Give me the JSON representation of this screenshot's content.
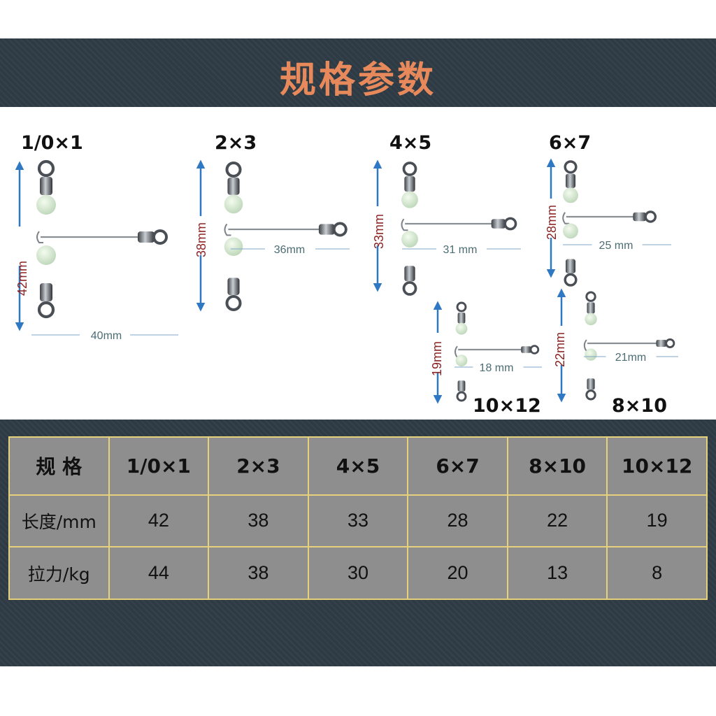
{
  "title": "规格参数",
  "diagram": {
    "items": [
      {
        "size": "1/0×1",
        "length": "42mm",
        "width": "40mm"
      },
      {
        "size": "2×3",
        "length": "38mm",
        "width": "36mm"
      },
      {
        "size": "4×5",
        "length": "33mm",
        "width": "31 mm"
      },
      {
        "size": "6×7",
        "length": "28mm",
        "width": "25 mm"
      },
      {
        "size": "10×12",
        "length": "19mm",
        "width": "18 mm"
      },
      {
        "size": "8×10",
        "length": "22mm",
        "width": "21mm"
      }
    ]
  },
  "table": {
    "header": [
      "规  格",
      "1/0×1",
      "2×3",
      "4×5",
      "6×7",
      "8×10",
      "10×12"
    ],
    "rows": [
      {
        "label": "长度/mm",
        "values": [
          "42",
          "38",
          "33",
          "28",
          "22",
          "19"
        ]
      },
      {
        "label": "拉力/kg",
        "values": [
          "44",
          "38",
          "30",
          "20",
          "13",
          "8"
        ]
      }
    ]
  },
  "colors": {
    "background": "#2e3b44",
    "title": "#e8895c",
    "length_label": "#8c2424",
    "width_label": "#4b6d74",
    "arrow": "#2f78c4",
    "table_border": "#e5d07c",
    "table_fill": "#8e8e8e"
  }
}
